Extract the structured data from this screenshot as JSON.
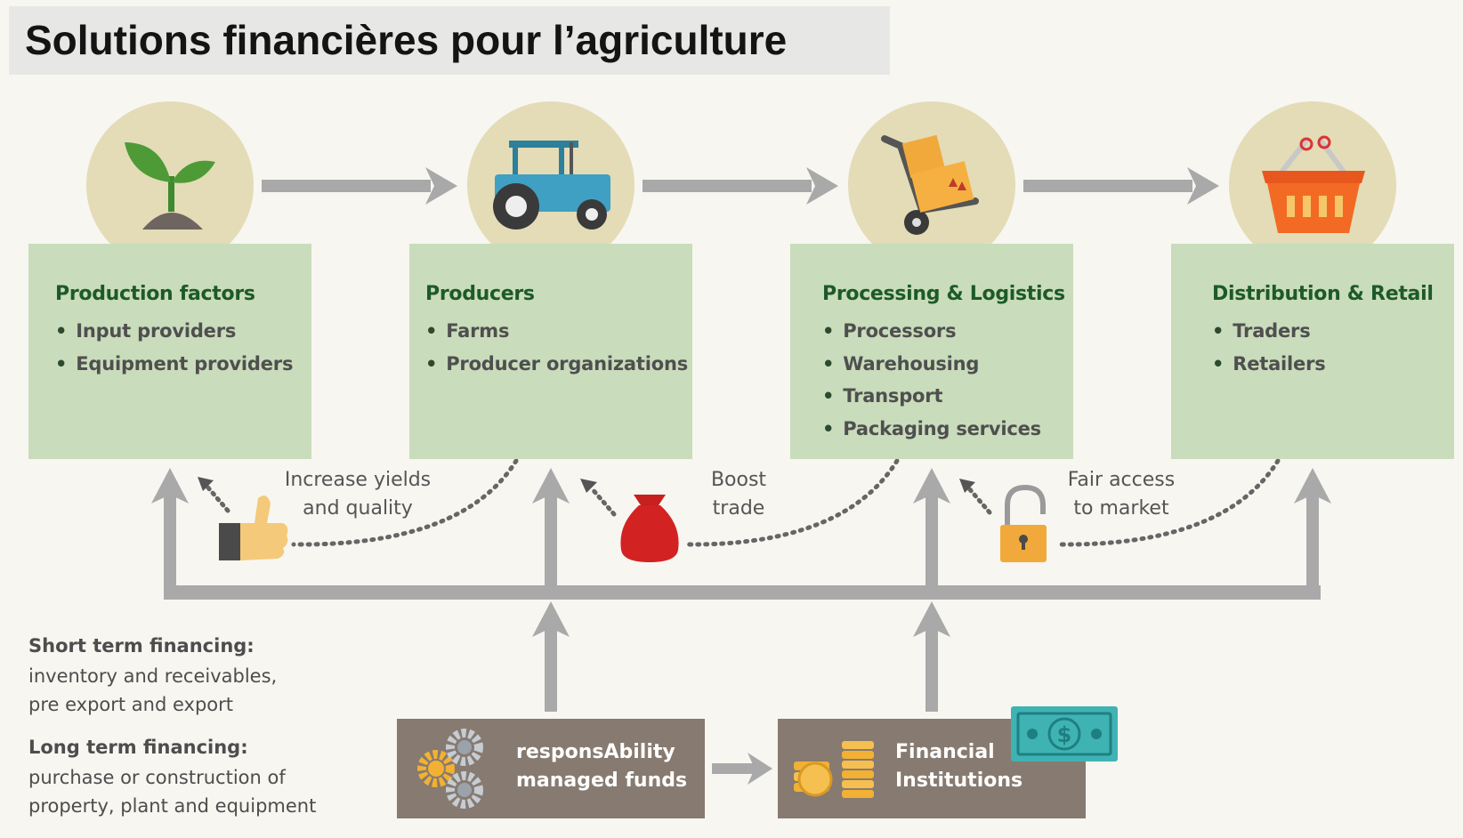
{
  "title": "Solutions financières pour l’agriculture",
  "stages": [
    {
      "title": "Production factors",
      "items": [
        "Input providers",
        "Equipment providers"
      ],
      "icon": "plant-sprout-icon"
    },
    {
      "title": "Producers",
      "items": [
        "Farms",
        "Producer organizations"
      ],
      "icon": "tractor-icon"
    },
    {
      "title": "Processing & Logistics",
      "items": [
        "Processors",
        "Warehousing",
        "Transport",
        "Packaging services"
      ],
      "icon": "hand-truck-icon"
    },
    {
      "title": "Distribution & Retail",
      "items": [
        "Traders",
        "Retailers"
      ],
      "icon": "shopping-basket-icon"
    }
  ],
  "benefits": [
    {
      "line1": "Increase yields",
      "line2": "and quality",
      "icon": "thumbs-up-icon"
    },
    {
      "line1": "Boost",
      "line2": "trade",
      "icon": "money-bag-icon"
    },
    {
      "line1": "Fair access",
      "line2": "to market",
      "icon": "padlock-icon"
    }
  ],
  "financing": {
    "short_label": "Short term financing:",
    "short_desc_1": "inventory and receivables,",
    "short_desc_2": "pre export and export",
    "long_label": "Long term financing:",
    "long_desc_1": "purchase or construction of",
    "long_desc_2": "property, plant and equipment"
  },
  "sources": [
    {
      "line1": "responsAbility",
      "line2": "managed funds",
      "icon": "gears-icon"
    },
    {
      "line1": "Financial",
      "line2": "Institutions",
      "icon": "coins-banknote-icon"
    }
  ],
  "colors": {
    "background": "#f7f6f1",
    "stage_box": "#c9dcbb",
    "stage_title": "#1d5a28",
    "icon_circle": "#e3dcb7",
    "arrow": "#a9a9a9",
    "source_box": "#877a70"
  }
}
